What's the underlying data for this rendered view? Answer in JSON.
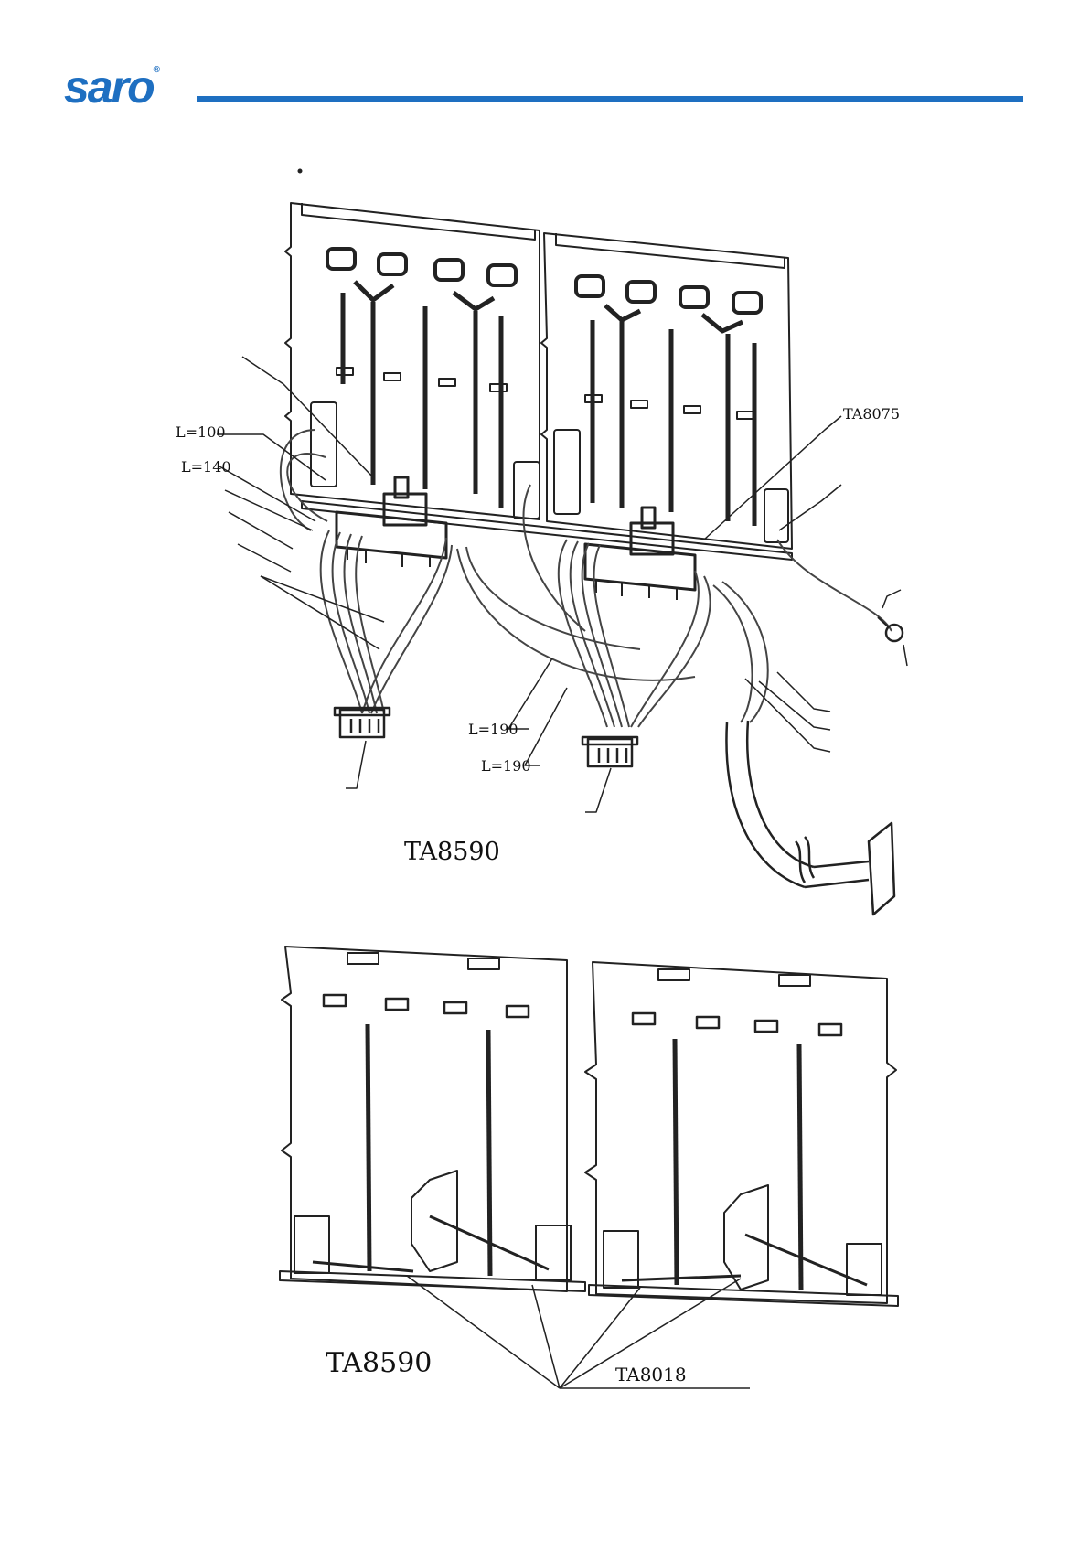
{
  "header": {
    "logo_text": "saro",
    "logo_mark": "®",
    "brand_color": "#1e6fc1"
  },
  "diagram_top": {
    "labels": {
      "l100": "L=100",
      "l140": "L=140",
      "ta8075": "TA8075",
      "l190a": "L=190",
      "l190b": "L=190",
      "part": "TA8590"
    }
  },
  "diagram_bottom": {
    "labels": {
      "part": "TA8590",
      "ta8018": "TA8018"
    }
  }
}
